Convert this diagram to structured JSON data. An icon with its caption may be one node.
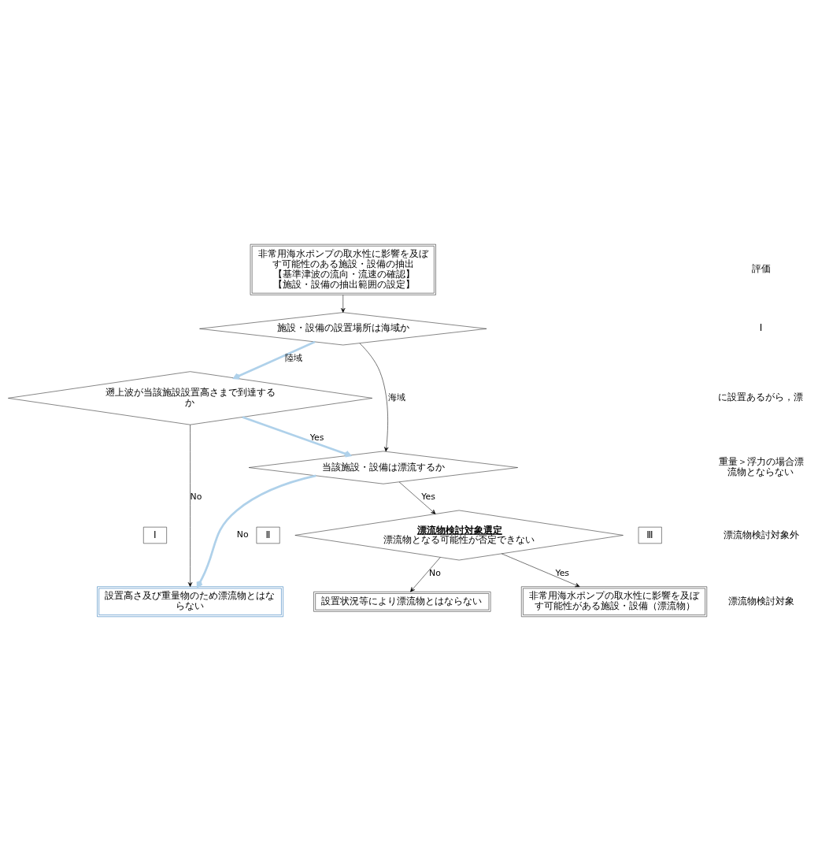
{
  "diagram": {
    "nodes": [
      {
        "text": [
          "非常用海水ポンプの取水性に影響を及ぼす可能性のある施設・設備の抽出",
          "【基準津波の流向・流速の確認】",
          "【施設・設備の抽出範囲の設定】"
        ]
      },
      {
        "text": [
          "施設・設備の設置場所は海域か"
        ]
      },
      {
        "text": [
          "遡上波が当該施設設置高さまで到達するか"
        ]
      },
      {
        "text": [
          "当該施設・設備は漂流するか"
        ]
      },
      {
        "text": [
          "漂流物検討対象選定",
          "漂流物となる可能性が否定できない"
        ]
      },
      {
        "text": [
          "Ⅰ"
        ]
      },
      {
        "text": [
          "Ⅱ"
        ]
      },
      {
        "text": [
          "Ⅲ"
        ]
      },
      {
        "text": [
          "設置高さ及び重量物のため漂流物とはならない"
        ]
      },
      {
        "text": [
          "設置状況等により漂流物とはならない"
        ]
      },
      {
        "text": [
          "非常用海水ポンプの取水性に影響を及ぼす可能性がある施設・設備（漂流物）"
        ]
      }
    ],
    "edges": [
      {
        "from": 0,
        "to": 1,
        "arrow": "to"
      },
      {
        "from": 1,
        "to": 2,
        "arrow": "to",
        "label": "陸域",
        "style": "thick",
        "color": "#afd1ea"
      },
      {
        "from": 1,
        "to": 3,
        "arrow": "to",
        "label": "海域"
      },
      {
        "from": 2,
        "to": 8,
        "arrow": "to",
        "label": "No"
      },
      {
        "from": 2,
        "to": 3,
        "arrow": "to",
        "label": "Yes",
        "style": "thick",
        "color": "#afd1ea"
      },
      {
        "from": 3,
        "to": 8,
        "arrow": "to",
        "label": "No",
        "style": "thick",
        "color": "#afd1ea"
      },
      {
        "from": 3,
        "to": 4,
        "arrow": "to",
        "label": "Yes"
      },
      {
        "from": 4,
        "to": 9,
        "arrow": "to",
        "label": "No"
      },
      {
        "from": 4,
        "to": 10,
        "arrow": "to",
        "label": "Yes"
      }
    ],
    "labels": [
      "評価",
      "Ⅰ",
      "に設置あるがら，漂",
      "重量＞浮力の場合漂流物とならない",
      "漂流物検討対象外",
      "漂流物検討対象"
    ]
  }
}
